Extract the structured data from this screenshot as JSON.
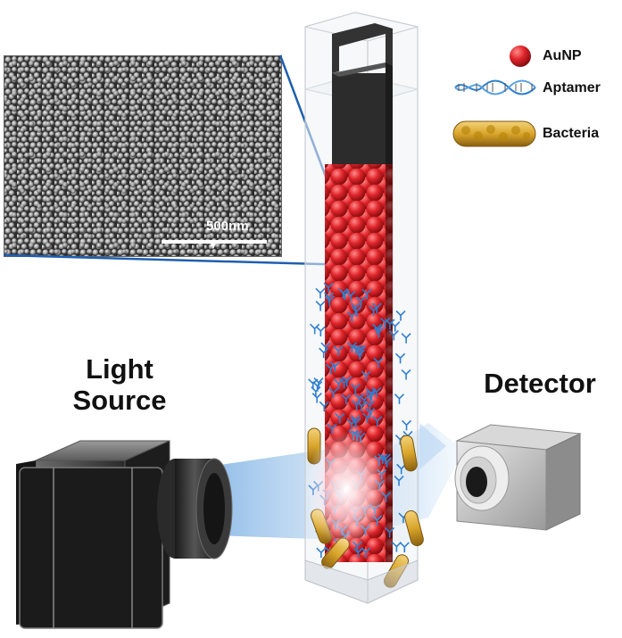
{
  "labels": {
    "light_source": [
      "Light",
      "Source"
    ],
    "detector": "Detector"
  },
  "legend": {
    "items": [
      {
        "icon": "gold-nanoparticle-icon",
        "label": "AuNP"
      },
      {
        "icon": "aptamer-dna-icon",
        "label": "Aptamer"
      },
      {
        "icon": "bacteria-icon",
        "label": "Bacteria"
      }
    ]
  },
  "sem_inset": {
    "scale_bar_label": "500nm"
  },
  "colors": {
    "aunp": "#e0262b",
    "aptamer": "#2f7fd0",
    "bacteria": "#d9a52b",
    "light_beam": "#9cc8f0",
    "zoom_lines": "#1f5fb0"
  }
}
